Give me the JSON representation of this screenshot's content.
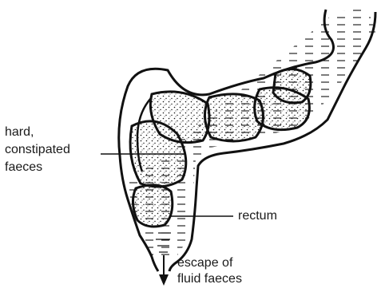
{
  "labels": {
    "hard_line1": "hard,",
    "hard_line2": "constipated",
    "hard_line3": "faeces",
    "rectum": "rectum",
    "escape_line1": "escape of",
    "escape_line2": "fluid faeces"
  }
}
